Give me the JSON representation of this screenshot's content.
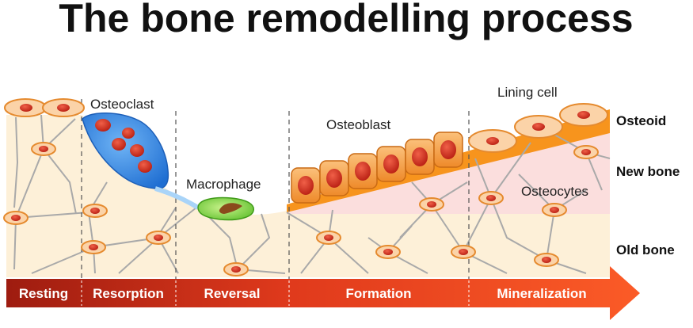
{
  "title": "The bone remodelling process",
  "cell_labels": {
    "osteoclast": "Osteoclast",
    "macrophage": "Macrophage",
    "osteoblast": "Osteoblast",
    "lining_cell": "Lining cell",
    "osteocytes": "Osteocytes"
  },
  "layer_labels": {
    "osteoid": "Osteoid",
    "new_bone": "New bone",
    "old_bone": "Old bone"
  },
  "stages": [
    {
      "label": "Resting"
    },
    {
      "label": "Resorption"
    },
    {
      "label": "Reversal"
    },
    {
      "label": "Formation"
    },
    {
      "label": "Mineralization"
    }
  ],
  "colors": {
    "old_bone": "#fdf0d8",
    "new_bone": "#fbdedd",
    "osteoid": "#f7941d",
    "osteoclast": "#3a8ee6",
    "macrophage": "#7ed34a",
    "osteoblast": "#f39a3c",
    "nucleus": "#d8321e",
    "arrow_start": "#a11d10",
    "arrow_end": "#fa5a26"
  }
}
